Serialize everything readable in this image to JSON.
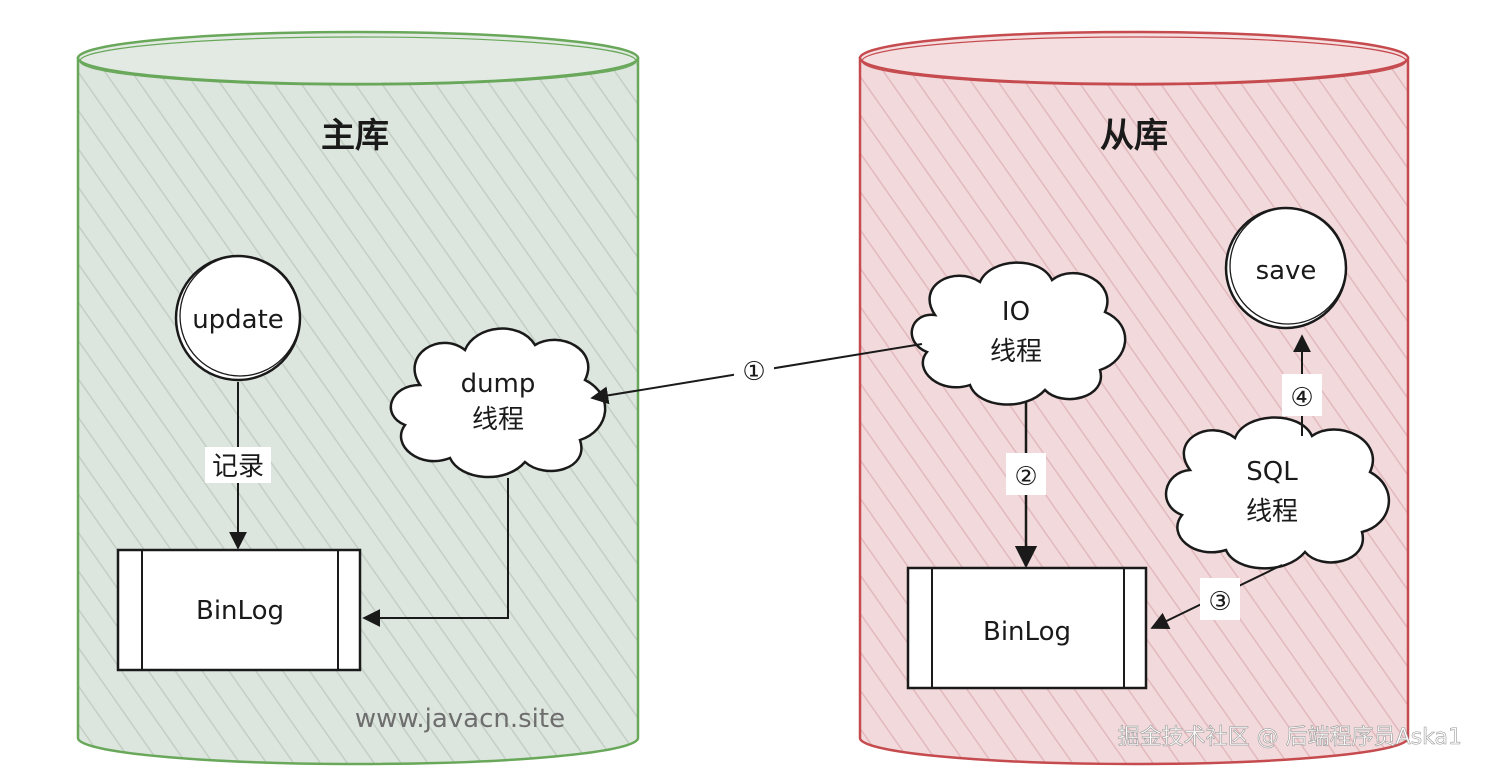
{
  "colors": {
    "master_fill": "#d9e3da",
    "master_stroke": "#69a85a",
    "slave_fill": "#f0d4d6",
    "slave_stroke": "#c54b4f",
    "ink": "#1a1a1a"
  },
  "master": {
    "title": "主库",
    "update_node": "update",
    "record_label": "记录",
    "dump_line1": "dump",
    "dump_line2": "线程",
    "binlog": "BinLog",
    "watermark": "www.javacn.site"
  },
  "slave": {
    "title": "从库",
    "io_line1": "IO",
    "io_line2": "线程",
    "save_node": "save",
    "sql_line1": "SQL",
    "sql_line2": "线程",
    "binlog": "BinLog"
  },
  "steps": {
    "s1": "①",
    "s2": "②",
    "s3": "③",
    "s4": "④"
  },
  "footer_credit": "掘金技术社区 @ 后端程序员Aska1"
}
